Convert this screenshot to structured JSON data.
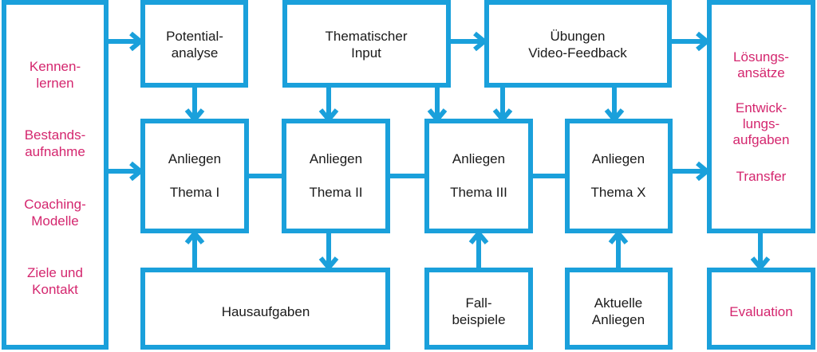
{
  "colors": {
    "line": "#1aa0db",
    "text_dark": "#1a1a1a",
    "text_accent": "#d4266e"
  },
  "left_column": [
    [
      "Kennen-",
      "lernen"
    ],
    [
      "Bestands-",
      "aufnahme"
    ],
    [
      "Coaching-",
      "Modelle"
    ],
    [
      "Ziele und",
      "Kontakt"
    ]
  ],
  "top_row": {
    "potential": [
      "Potential-",
      "analyse"
    ],
    "input": [
      "Thematischer",
      "Input"
    ],
    "uebungen": [
      "Übungen",
      "Video-Feedback"
    ]
  },
  "themes": [
    {
      "line1": "Anliegen",
      "line2": "Thema I"
    },
    {
      "line1": "Anliegen",
      "line2": "Thema II"
    },
    {
      "line1": "Anliegen",
      "line2": "Thema III"
    },
    {
      "line1": "Anliegen",
      "line2": "Thema X"
    }
  ],
  "bottom_row": {
    "hausaufgaben": [
      "Hausaufgaben"
    ],
    "fallbeispiele": [
      "Fall-",
      "beispiele"
    ],
    "aktuelle": [
      "Aktuelle",
      "Anliegen"
    ]
  },
  "right_column": {
    "results": [
      [
        "Lösungs-",
        "ansätze"
      ],
      [
        "Entwick-",
        "lungs-",
        "aufgaben"
      ],
      [
        "Transfer"
      ]
    ],
    "evaluation": [
      "Evaluation"
    ]
  }
}
